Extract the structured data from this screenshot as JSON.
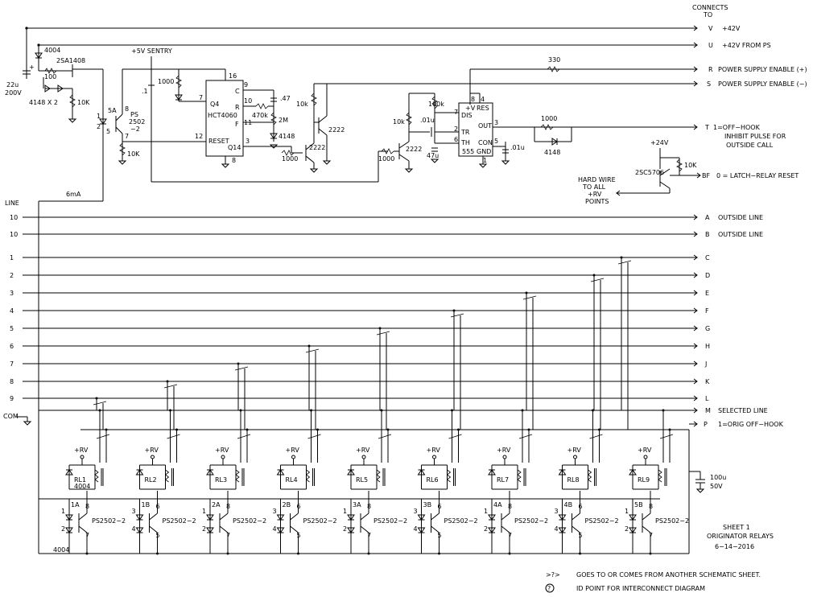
{
  "header": {
    "connects": "CONNECTS",
    "to": "TO"
  },
  "rails": {
    "v": {
      "letter": "V",
      "text": "+42V"
    },
    "u": {
      "letter": "U",
      "text": "+42V FROM PS"
    },
    "r": {
      "letter": "R",
      "text": "POWER SUPPLY ENABLE (+)"
    },
    "s": {
      "letter": "S",
      "text": "POWER SUPPLY ENABLE (−)"
    },
    "t": {
      "letter": "T",
      "text": "1=OFF−HOOK"
    },
    "t2": "INHIBIT PULSE FOR",
    "t3": "OUTSIDE CALL",
    "bf": {
      "letter": "BF",
      "text": "0 = LATCH−RELAY RESET"
    }
  },
  "top_labels": {
    "sentry": "+5V SENTRY",
    "d4004": "4004",
    "q2sa": "2SA1408",
    "r100": "100",
    "c22u_a": "22u",
    "c22u_b": "200V",
    "d4148x2": "4148 X 2",
    "r10k_a": "10K",
    "ps_5a": "5A",
    "ps_8": "8",
    "ps_1": "1",
    "ps_2": "2",
    "ps_7": "7",
    "ps_5": "5",
    "ps_name1": "PS",
    "ps_name2": "2502",
    "ps_name3": "−2",
    "r10k_b": "10K",
    "ma": "6mA",
    "c1": ".1",
    "r1000_led": "1000",
    "chip_pin16": "16",
    "chip_pin9": "9",
    "chip_pin10": "10",
    "chip_pin11": "11",
    "chip_pin7": "7",
    "chip_pin12": "12",
    "chip_pin3": "3",
    "chip_pin8": "8",
    "chip_q4": "Q4",
    "chip_name": "HCT4060",
    "chip_c": "C",
    "chip_r": "R",
    "chip_f": "F",
    "chip_reset": "RESET",
    "chip_q14": "Q14",
    "c47": ".47",
    "r470k": "470k",
    "r2m": "2M",
    "d4148": "4148",
    "r1000_a": "1000",
    "q2222_a": "2222",
    "q2222_b": "2222",
    "r10k_c": "10k",
    "r330": "330",
    "r1000_b": "1000",
    "q2222_c": "2222",
    "r10k_d": "10k",
    "c01a": ".01u",
    "r100k": "100k",
    "c47u": "47u",
    "t555_v": "+V",
    "t555_dis": "DIS",
    "t555_tr": "TR",
    "t555_th": "TH",
    "t555_name": "555",
    "t555_gnd": "GND",
    "t555_res": "RES",
    "t555_out": "OUT",
    "t555_con": "CON",
    "t555_p8": "8",
    "t555_p4": "4",
    "t555_p7": "7",
    "t555_p2": "2",
    "t555_p6": "6",
    "t555_p1": "1",
    "t555_p3": "3",
    "t555_p5": "5",
    "c01b": ".01u",
    "r1000_c": "1000",
    "d4148_b": "4148",
    "p24v": "+24V",
    "r10k_e": "10K",
    "q2sc": "2SC5706",
    "hw1": "HARD WIRE",
    "hw2": "TO ALL",
    "hw3": "+RV",
    "hw4": "POINTS"
  },
  "lines": {
    "header": "LINE",
    "rows": [
      {
        "num": "10",
        "letter": "A",
        "text": "OUTSIDE LINE"
      },
      {
        "num": "10",
        "letter": "B",
        "text": "OUTSIDE LINE"
      },
      {
        "num": "1",
        "letter": "C",
        "text": ""
      },
      {
        "num": "2",
        "letter": "D",
        "text": ""
      },
      {
        "num": "3",
        "letter": "E",
        "text": ""
      },
      {
        "num": "4",
        "letter": "F",
        "text": ""
      },
      {
        "num": "5",
        "letter": "G",
        "text": ""
      },
      {
        "num": "6",
        "letter": "H",
        "text": ""
      },
      {
        "num": "7",
        "letter": "J",
        "text": ""
      },
      {
        "num": "8",
        "letter": "K",
        "text": ""
      },
      {
        "num": "9",
        "letter": "L",
        "text": ""
      }
    ],
    "m": {
      "letter": "M",
      "text": "SELECTED LINE"
    },
    "p": {
      "letter": "P",
      "text": "1=ORIG OFF−HOOK"
    },
    "com": "COM"
  },
  "relays": [
    {
      "rl": "RL1",
      "rv": "+RV",
      "opto": "1A",
      "extra": "4004"
    },
    {
      "rl": "RL2",
      "rv": "+RV",
      "opto": "1B"
    },
    {
      "rl": "RL3",
      "rv": "+RV",
      "opto": "2A"
    },
    {
      "rl": "RL4",
      "rv": "+RV",
      "opto": "2B"
    },
    {
      "rl": "RL5",
      "rv": "+RV",
      "opto": "3A"
    },
    {
      "rl": "RL6",
      "rv": "+RV",
      "opto": "3B"
    },
    {
      "rl": "RL7",
      "rv": "+RV",
      "opto": "4A"
    },
    {
      "rl": "RL8",
      "rv": "+RV",
      "opto": "4B"
    },
    {
      "rl": "RL9",
      "rv": "+RV",
      "opto": "5B"
    }
  ],
  "opto_part": "PS2502−2",
  "opto_pins": {
    "p1": "1",
    "p2": "2",
    "p3": "3",
    "p4": "4",
    "p5": "5",
    "p6": "6",
    "p7": "7",
    "p8": "8"
  },
  "bottom_left": "4004",
  "cap": {
    "a": "100u",
    "b": "50V"
  },
  "sheet": {
    "l1": "SHEET 1",
    "l2": "ORIGINATOR RELAYS",
    "l3": "6−14−2016"
  },
  "legend": {
    "sym1": ">?>",
    "text1": "GOES TO OR COMES FROM ANOTHER SCHEMATIC SHEET.",
    "sym2": "?",
    "text2": "ID POINT FOR INTERCONNECT DIAGRAM"
  }
}
